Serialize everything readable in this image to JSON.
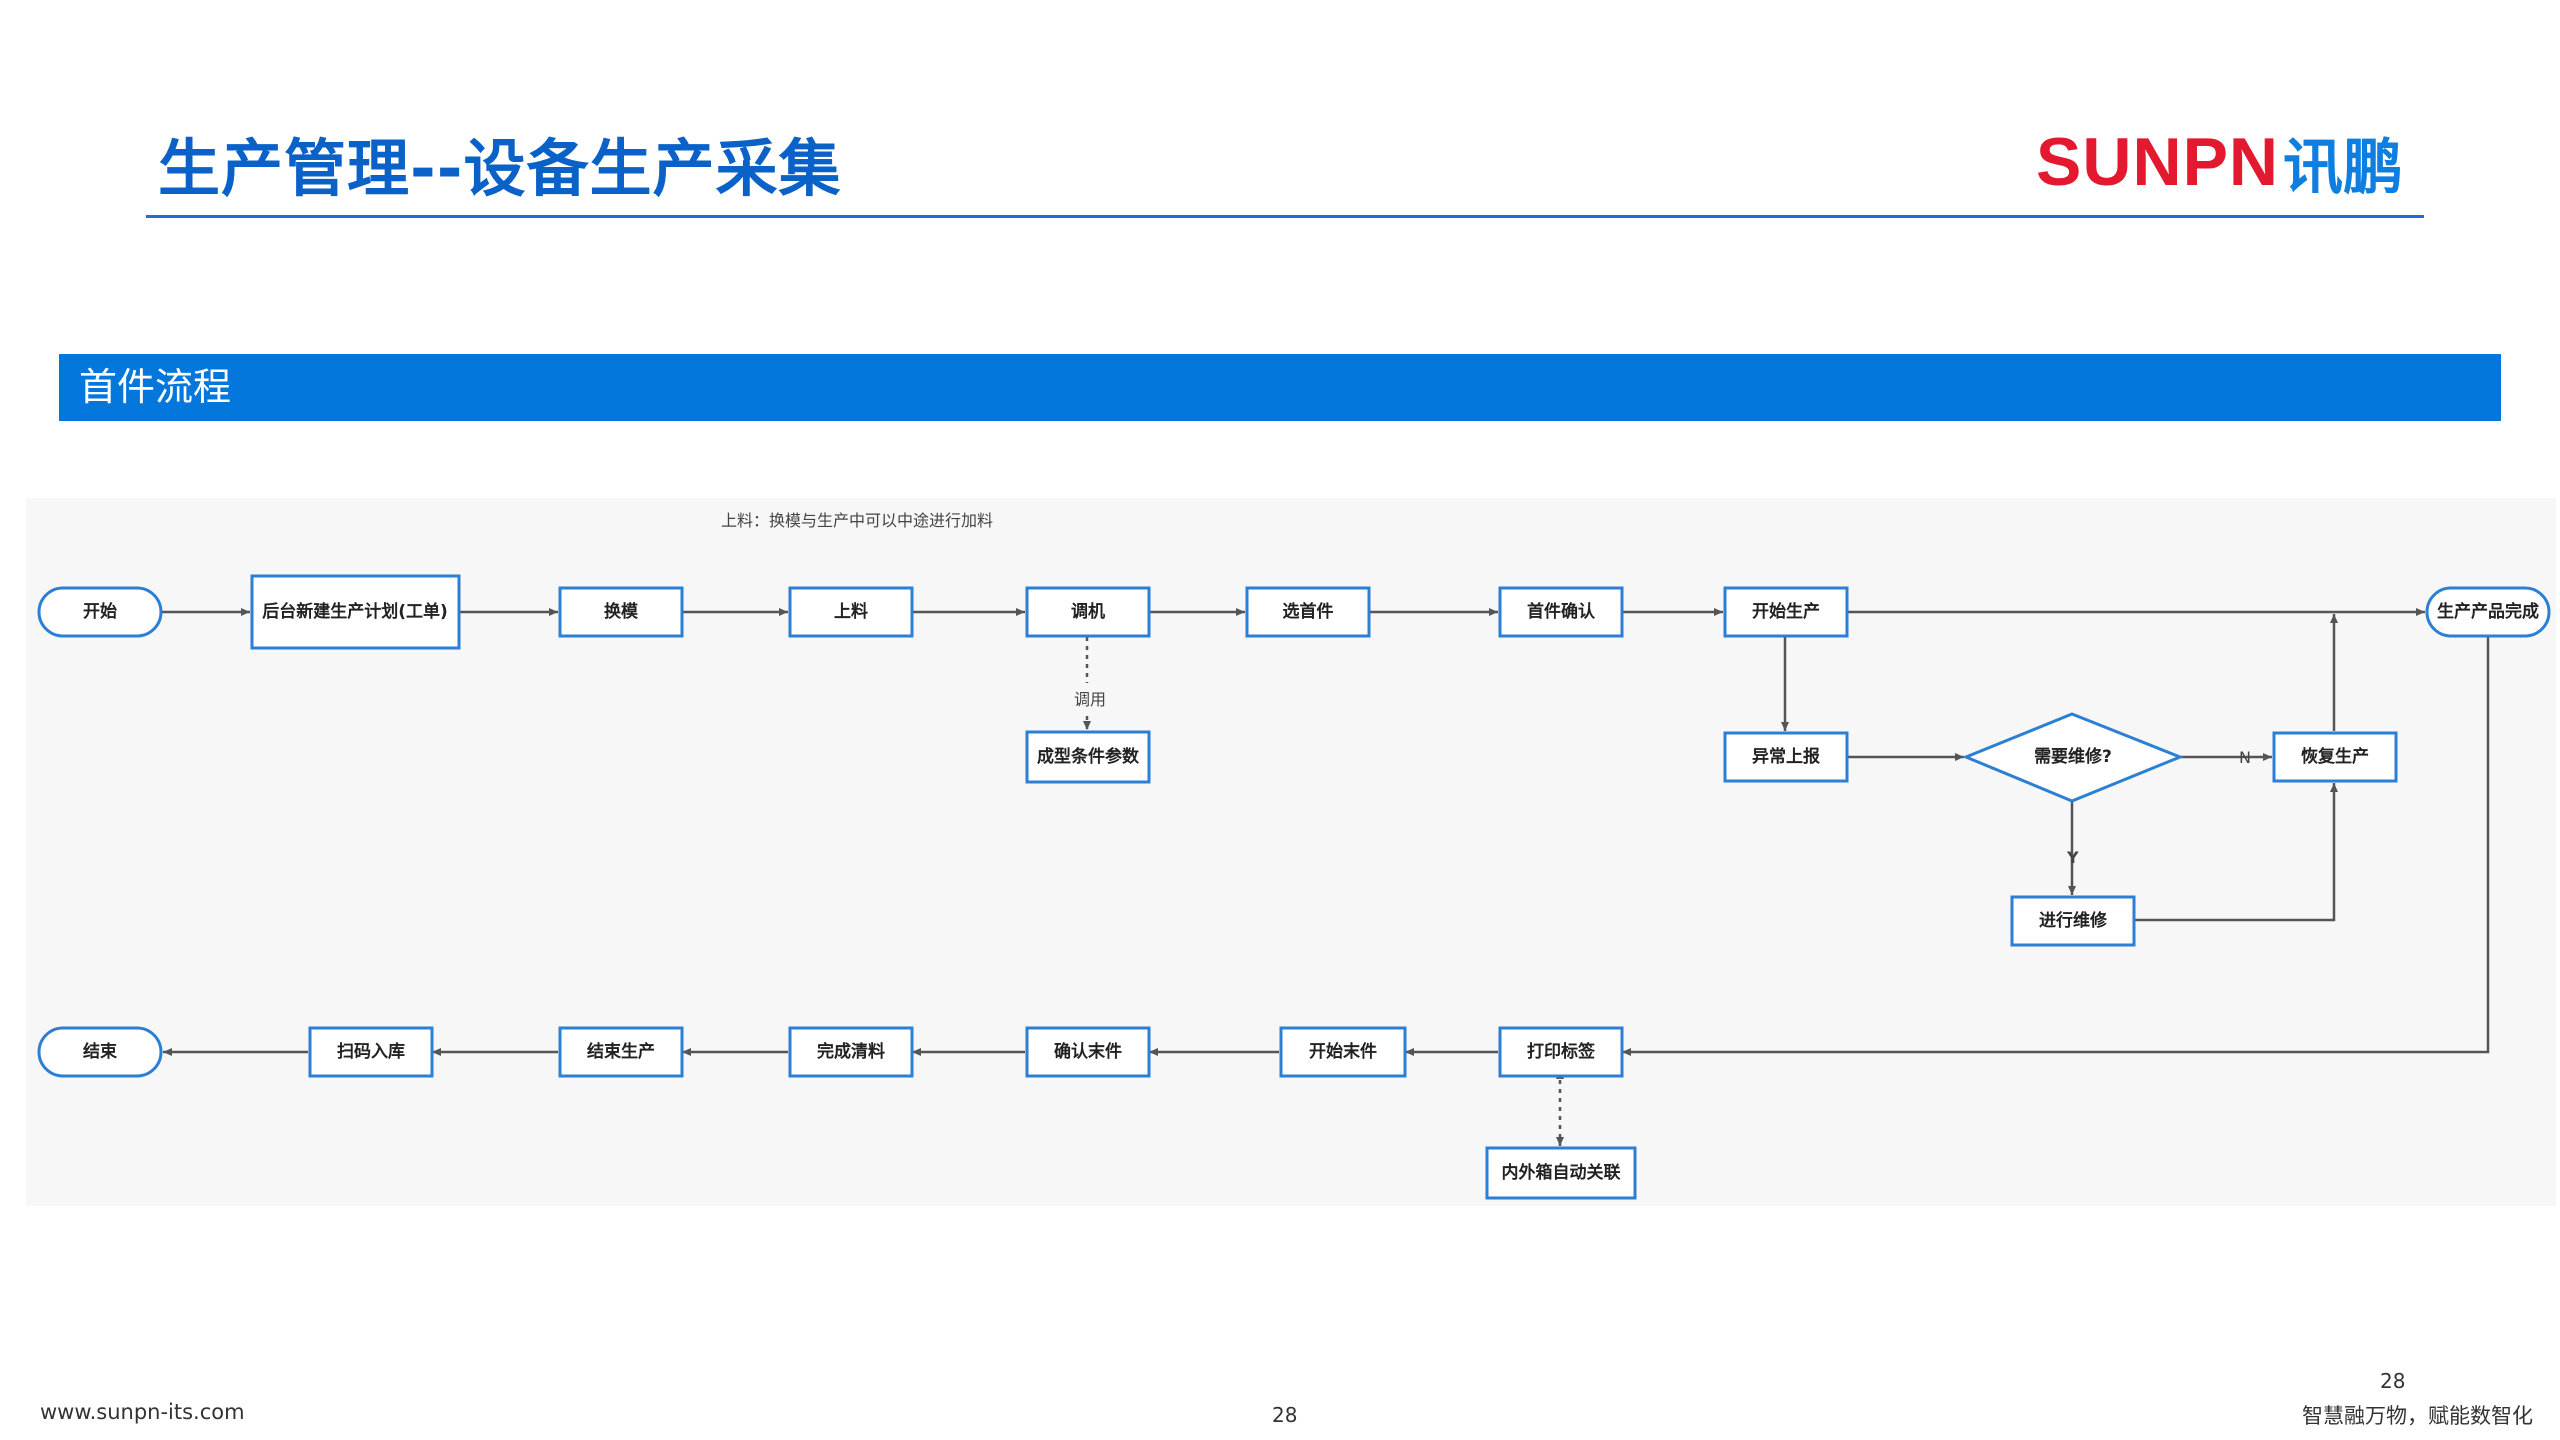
{
  "header": {
    "title": "生产管理--设备生产采集",
    "logo_latin": "SUNPN",
    "logo_cjk": "讯鹏",
    "logo_colors": {
      "latin": "#e3192f",
      "cjk": "#0e7fe1"
    }
  },
  "section": {
    "title": "首件流程",
    "color": "#0377db"
  },
  "diagram": {
    "note": "上料：换模与生产中可以中途进行加料",
    "nodes": {
      "start": "开始",
      "plan": "后台新建生产计划(工单)",
      "mold": "换模",
      "load": "上料",
      "debug": "调机",
      "params": "成型条件参数",
      "select_first": "选首件",
      "confirm_first": "首件确认",
      "start_prod": "开始生产",
      "product_done": "生产产品完成",
      "exception": "异常上报",
      "need_repair": "需要维修?",
      "resume": "恢复生产",
      "repair": "进行维修",
      "end": "结束",
      "scan": "扫码入库",
      "end_prod": "结束生产",
      "clear": "完成清料",
      "confirm_last": "确认末件",
      "start_last": "开始末件",
      "print": "打印标签",
      "box_link": "内外箱自动关联"
    },
    "edge_labels": {
      "call": "调用",
      "no": "N",
      "yes": "Y"
    }
  },
  "footer": {
    "website": "www.sunpn-its.com",
    "page_center": "28",
    "page_right": "28",
    "slogan": "智慧融万物，赋能数智化"
  }
}
